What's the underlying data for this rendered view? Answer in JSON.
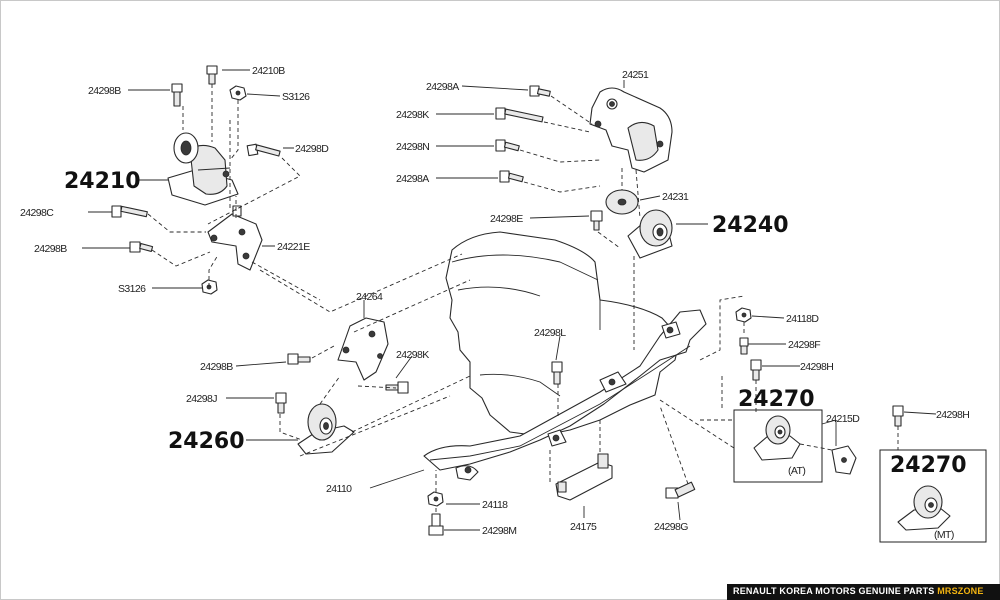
{
  "labels": {
    "l24298B_a": "24298B",
    "l24210B": "24210B",
    "lS3126_a": "S3126",
    "l24298D": "24298D",
    "l24210": "24210",
    "l24298C": "24298C",
    "l24298B_b": "24298B",
    "l24221E": "24221E",
    "lS3126_b": "S3126",
    "l24298A_a": "24298A",
    "l24251": "24251",
    "l24298K_a": "24298K",
    "l24298N": "24298N",
    "l24298A_b": "24298A",
    "l24231": "24231",
    "l24298E": "24298E",
    "l24240": "24240",
    "l24264": "24264",
    "l24298B_c": "24298B",
    "l24298K_b": "24298K",
    "l24298J": "24298J",
    "l24260": "24260",
    "l24298L": "24298L",
    "l24118D": "24118D",
    "l24298F": "24298F",
    "l24298H_a": "24298H",
    "l24270_at": "24270",
    "l24215D": "24215D",
    "lAT": "(AT)",
    "l24298H_b": "24298H",
    "l24270_mt": "24270",
    "lMT": "(MT)",
    "l24110": "24110",
    "l24118": "24118",
    "l24298M": "24298M",
    "l24175": "24175",
    "l24298G": "24298G"
  },
  "footer": {
    "main": "RENAULT KOREA MOTORS GENUINE PARTS ",
    "accent": "MRSZONE"
  }
}
